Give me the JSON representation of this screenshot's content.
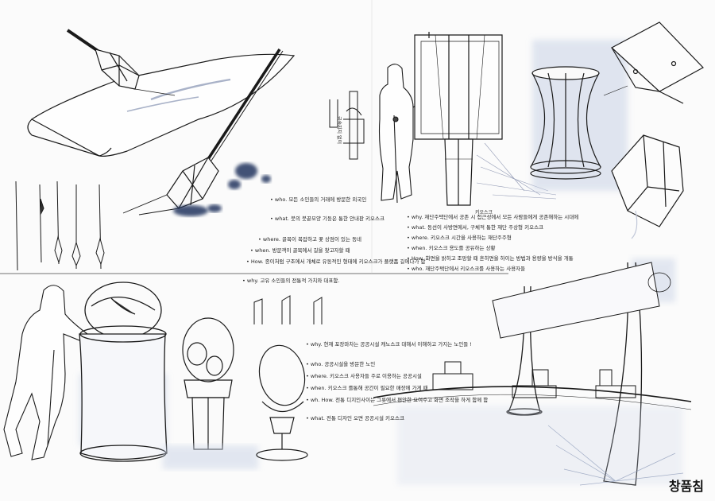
{
  "credit": "창품침",
  "labels": {
    "vertical_note": "금속지지 없이",
    "kiosk_label": "키오스크"
  },
  "notes_brush": [
    "• who. 모든 소인들의 거래에 방문한 외국인",
    "• what. 붓의 붓끝모양 기둥은 통한 안내판 키오스크",
    "• where. 골목이 복잡하고 꽃 상점이 있는 동네",
    "• when. 방문객이 골목에서 길을 찾고자할 때",
    "• How. 종이처럼 구조에서 개체로 유동적인 형태에 키오스크가 플랫폼 길에다가 함",
    "• why. 고유 소인들의 전통적 가치와 대표함."
  ],
  "notes_kiosk": [
    "• why. 재단주택단에서 공존 시 접근성에서 모든 사람들에게 공존해하는 시대에",
    "• what. 동선이 사방면에서, 구체적 통한 재단 주상형 키오스크",
    "• where. 키오스크 시간을 사용하는 재단주주형",
    "• when. 키오스크 용도를 공유하는 상황",
    "• How. 화면을 밝히고 조망할 때 흔히면을 하이는 방법과 용량을 방식을 개통",
    "• who. 재단주택단에서 키오스크를 사용하는 사용자들"
  ],
  "notes_lamp": [
    "• why. 현재 포장마차는 공공시설 캐노스크 대해서 이해하고 가지는 노인들 !",
    "• who. 공공시설을 방문한 노인",
    "• where. 키오스크 사용자들 주로 이용하는 공공시설",
    "• when. 키오스크 를통해 공간이 필요한 매장에 가게 때",
    "• wh. How. 전통 디지인사이는 그릇에서 편안한 요여주고 화면 조작을 하게 함께 함",
    "• what. 전통 디자인 오면 공공시설 키오스크"
  ]
}
